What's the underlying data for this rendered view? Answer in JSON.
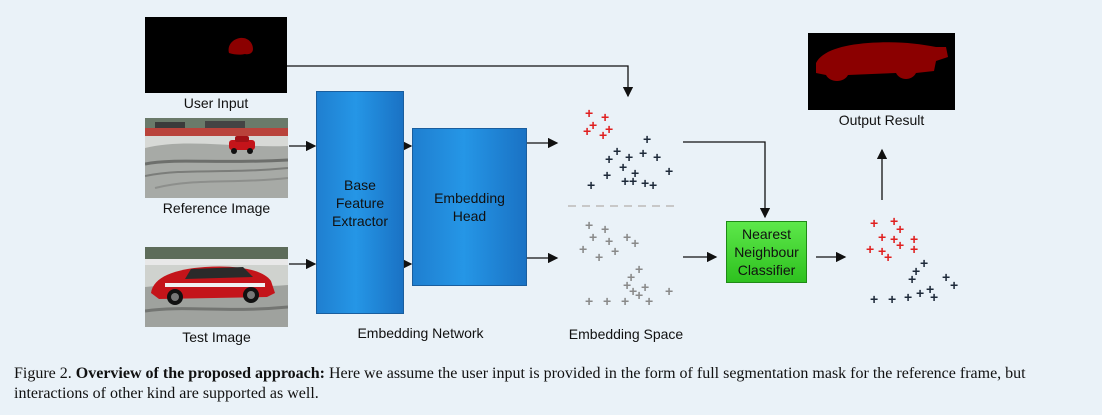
{
  "labels": {
    "user_input": "User Input",
    "reference_image": "Reference Image",
    "test_image": "Test Image",
    "embedding_network": "Embedding Network",
    "embedding_space": "Embedding Space",
    "output_result": "Output Result"
  },
  "blocks": {
    "base_feature_extractor": "Base\nFeature\nExtractor",
    "embedding_head": "Embedding\nHead",
    "nearest_neighbour_classifier": "Nearest\nNeighbour\nClassifier"
  },
  "caption": {
    "prefix": "Figure 2.",
    "bold": "Overview of the proposed approach:",
    "text": "Here we assume the user input is provided in the form of full segmentation mask for the reference frame, but interactions of other kind are supported as well."
  },
  "colors": {
    "background": "#eaf2f8",
    "block_blue": "#2596e6",
    "classifier_green": "#3fd42f",
    "mask_red": "#8b0000",
    "plus_red": "#e02020",
    "plus_dark": "#1e2a3a",
    "plus_gray": "#8a8a8a"
  }
}
